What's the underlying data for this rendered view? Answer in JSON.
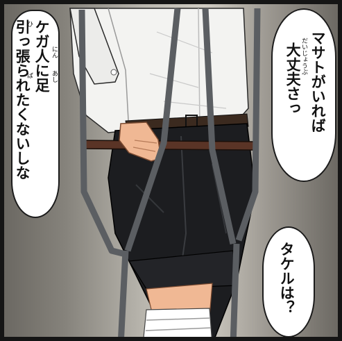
{
  "panel": {
    "colors": {
      "border": "#151515",
      "background_dark": "#6b6862",
      "background_light": "#cfcbc2",
      "shirt": "#f3f3f1",
      "pants": "#1c1d20",
      "crutch": "#5b5e62",
      "skin": "#f0b894",
      "belt": "#3b2a1f"
    }
  },
  "bubbles": {
    "left": {
      "line1": "ケガ人に足",
      "line2": "引っ張られたくないしな",
      "ruby_ke": "ひ",
      "ruby_nin": "にん",
      "ruby_ashi": "あし",
      "ruby_ba": "ば"
    },
    "right": {
      "line1": "マサトがいれば",
      "line2": "大丈夫さっ",
      "ruby_daijoubu": "だいじょうぶ"
    },
    "bottom": {
      "line1": "タケルは？"
    }
  }
}
